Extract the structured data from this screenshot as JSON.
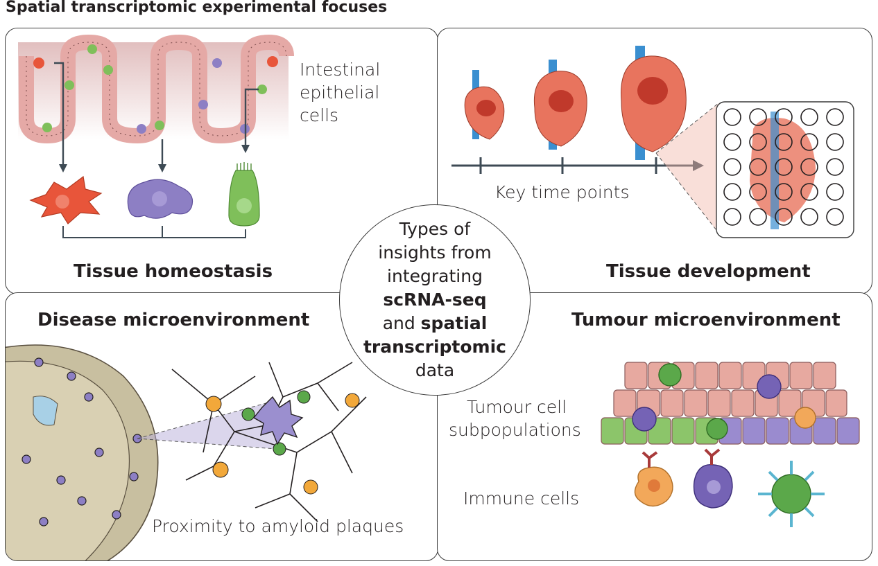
{
  "title": "Spatial transcriptomic experimental focuses",
  "panels": {
    "homeostasis": {
      "heading": "Tissue homeostasis",
      "label_lines": [
        "Intestinal",
        "epithelial",
        "cells"
      ]
    },
    "development": {
      "heading": "Tissue development",
      "axis_label": "Key time points"
    },
    "disease": {
      "heading": "Disease microenvironment",
      "caption": "Proximity to amyloid plaques"
    },
    "tumour": {
      "heading": "Tumour microenvironment",
      "label_subpop_1": "Tumour cell",
      "label_subpop_2": "subpopulations",
      "label_immune": "Immune cells"
    }
  },
  "center": {
    "line1": "Types of",
    "line2": "insights from",
    "line3": "integrating",
    "line4": "scRNA-seq",
    "line5_pre": "and ",
    "line5_bold": "spatial",
    "line6": "transcriptomic",
    "line7": "data"
  },
  "colors": {
    "red_cell": "#e8553a",
    "purple_cell": "#8d7fc4",
    "green_cell": "#7fbf5a",
    "heart": "#e8745e",
    "vessel": "#3a8fd0",
    "arrow": "#3d4a54",
    "orange_cell": "#f2a85a"
  }
}
